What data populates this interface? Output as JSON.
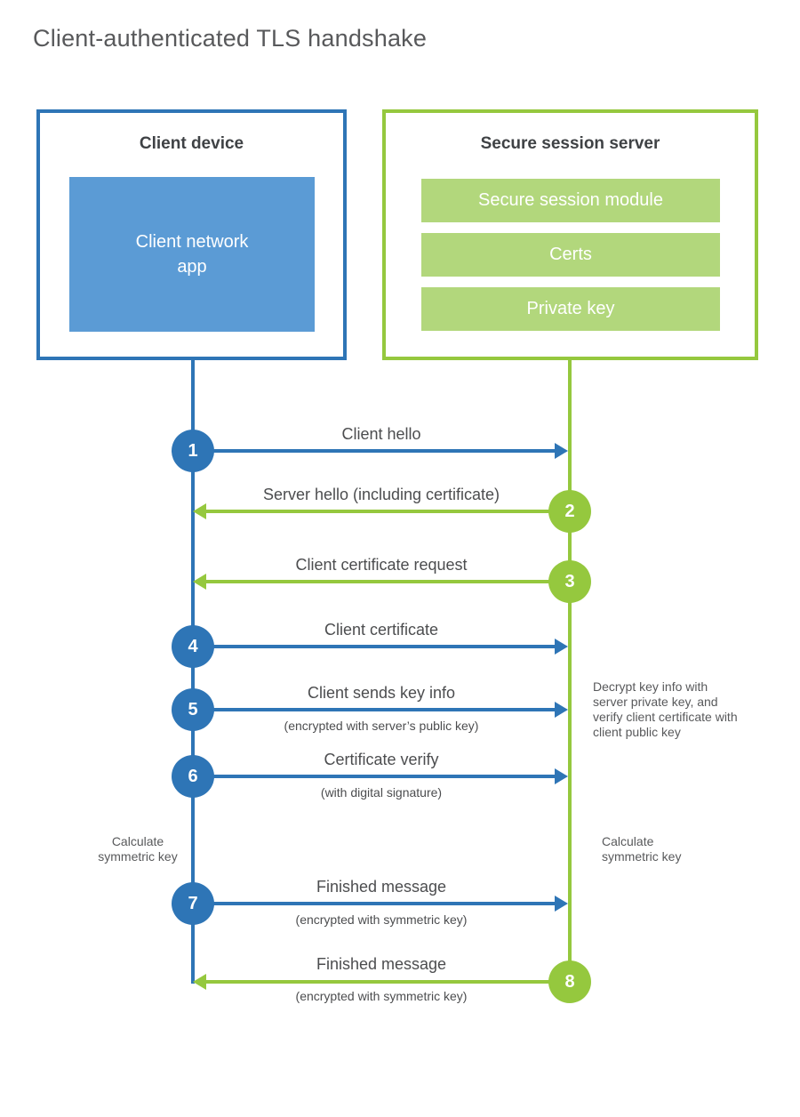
{
  "title": "Client-authenticated TLS handshake",
  "colors": {
    "blue_stroke": "#2e75b6",
    "blue_fill": "#5b9bd5",
    "green_stroke": "#95c83e",
    "green_fill": "#b2d77c",
    "heading_text": "#3f4245",
    "label_text": "#4c4d4f"
  },
  "client": {
    "title": "Client device",
    "app_label": "Client network app"
  },
  "server": {
    "title": "Secure session server",
    "modules": [
      "Secure session module",
      "Certs",
      "Private key"
    ]
  },
  "steps": [
    {
      "num": "1",
      "from": "client",
      "to": "server",
      "label": "Client hello",
      "sublabel": ""
    },
    {
      "num": "2",
      "from": "server",
      "to": "client",
      "label": "Server hello (including certificate)",
      "sublabel": ""
    },
    {
      "num": "3",
      "from": "server",
      "to": "client",
      "label": "Client certificate request",
      "sublabel": ""
    },
    {
      "num": "4",
      "from": "client",
      "to": "server",
      "label": "Client certificate",
      "sublabel": ""
    },
    {
      "num": "5",
      "from": "client",
      "to": "server",
      "label": "Client sends key info",
      "sublabel": "(encrypted with server’s public key)"
    },
    {
      "num": "6",
      "from": "client",
      "to": "server",
      "label": "Certificate verify",
      "sublabel": "(with digital signature)"
    },
    {
      "num": "7",
      "from": "client",
      "to": "server",
      "label": "Finished message",
      "sublabel": "(encrypted with symmetric key)"
    },
    {
      "num": "8",
      "from": "server",
      "to": "client",
      "label": "Finished message",
      "sublabel": "(encrypted with symmetric key)"
    }
  ],
  "annotations": {
    "decrypt_note": "Decrypt key info with server private key, and verify client certificate with client public key",
    "calculate_left": "Calculate symmetric key",
    "calculate_right": "Calculate symmetric key"
  }
}
